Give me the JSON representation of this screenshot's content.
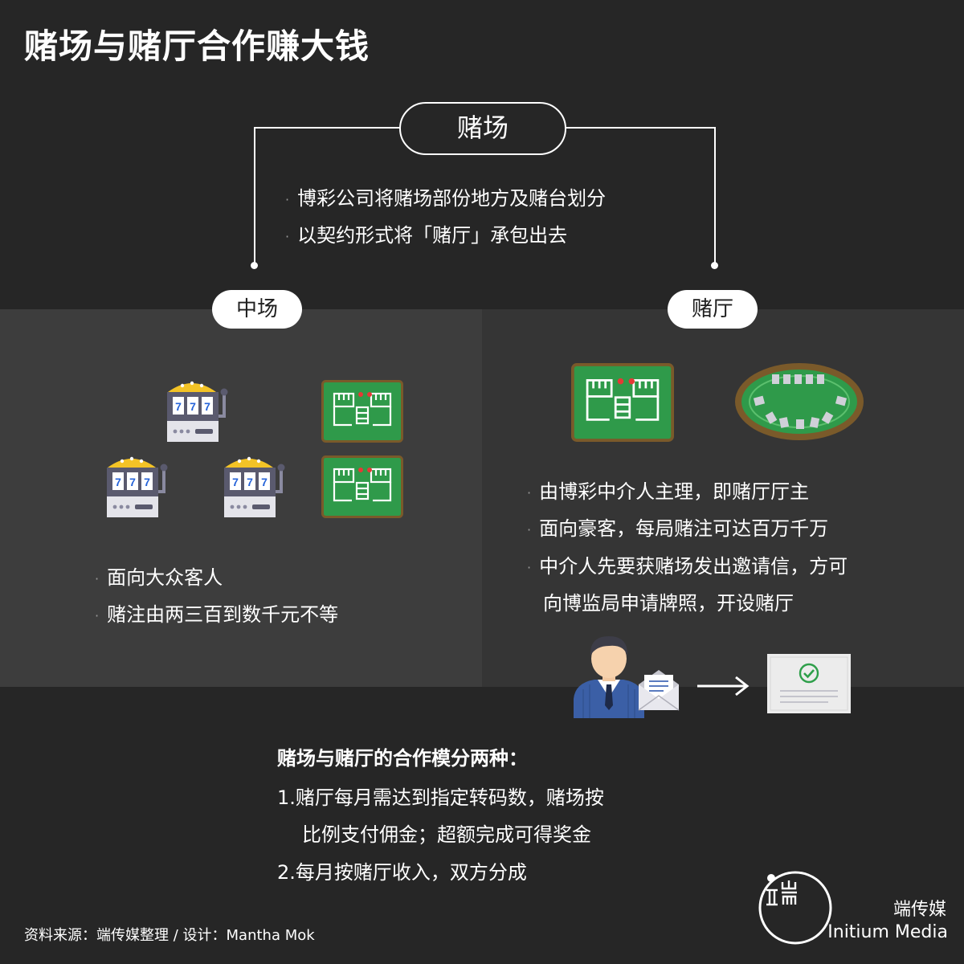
{
  "title": "赌场与赌厅合作赚大钱",
  "casino": {
    "label": "赌场",
    "bullets": [
      "博彩公司将赌场部份地方及赌台划分",
      "以契约形式将「赌厅」承包出去"
    ]
  },
  "left": {
    "label": "中场",
    "bullets": [
      "面向大众客人",
      "赌注由两三百到数千元不等"
    ]
  },
  "right": {
    "label": "赌厅",
    "bullets": [
      "由博彩中介人主理，即赌厅厅主",
      "面向豪客，每局赌注可达百万千万",
      "中介人先要获赌场发出邀请信，方可",
      "向博监局申请牌照，开设赌厅"
    ]
  },
  "cooperation": {
    "title": "赌场与赌厅的合作模分两种：",
    "lines": [
      "1.赌厅每月需达到指定转码数，赌场按",
      "比例支付佣金；超额完成可得奖金",
      "2.每月按赌厅收入，双方分成"
    ]
  },
  "footer": {
    "source": "资料来源：端传媒整理 / 设计：Mantha Mok",
    "brand_cn": "端传媒",
    "brand_en": "Initium Media"
  },
  "colors": {
    "background": "#262626",
    "left_panel": "#3d3d3d",
    "right_panel": "#353535",
    "table_green": "#2f9a4a",
    "table_border": "#7a5a2a",
    "slot_gold": "#f3c326"
  },
  "icons": [
    "slot-machine-icon",
    "gaming-table-icon",
    "oval-poker-table-icon",
    "businessman-icon",
    "envelope-icon",
    "arrow-right-icon",
    "license-document-icon",
    "check-icon",
    "initium-logo-icon"
  ]
}
